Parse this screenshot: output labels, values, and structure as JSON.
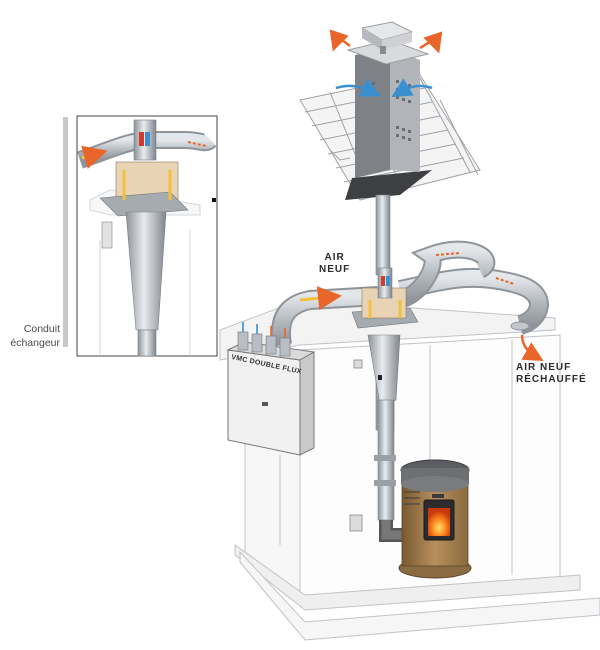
{
  "labels": {
    "air_neuf_line1": "AIR",
    "air_neuf_line2": "NEUF",
    "air_rechauffe_line1": "AIR NEUF",
    "air_rechauffe_line2": "RÉCHAUFFÉ",
    "conduit_line1": "Conduit",
    "conduit_line2": "échangeur",
    "vmc_unit": "VMC DOUBLE FLUX"
  },
  "colors": {
    "hot_arrow": "#e8662a",
    "cold_arrow": "#3a8fd0",
    "yellow_arrow": "#f2c23a",
    "pipe": "#b9bec4",
    "pipe_dark": "#8f959b",
    "stove_body": "#a9814f",
    "stove_top": "#6e6f72",
    "fire": "#ff7a1f"
  }
}
